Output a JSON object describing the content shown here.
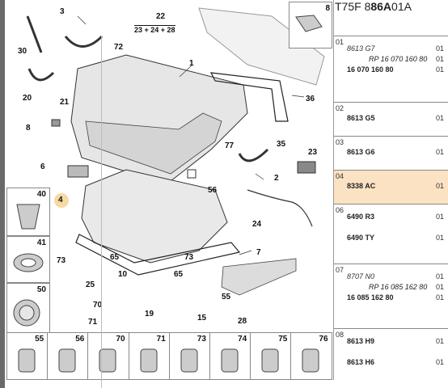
{
  "header": {
    "prefix": "T75F 8 ",
    "code": "86A",
    "suffix": " 01A"
  },
  "callouts": {
    "c3": "3",
    "c22": "22",
    "c22sum": "23 + 24 + 28",
    "c8": "8",
    "c30": "30",
    "c72": "72",
    "c1": "1",
    "c20": "20",
    "c21": "21",
    "c36": "36",
    "c8b": "8",
    "c35": "35",
    "c77": "77",
    "c23": "23",
    "c6": "6",
    "c2": "2",
    "c56": "56",
    "c4": "4",
    "c24": "24",
    "c73a": "73",
    "c65a": "65",
    "c73b": "73",
    "c7": "7",
    "c10": "10",
    "c65b": "65",
    "c25": "25",
    "c55": "55",
    "c70": "70",
    "c19": "19",
    "c15": "15",
    "c71": "71",
    "c28": "28"
  },
  "left_tiles": [
    {
      "label": "40"
    },
    {
      "label": "41"
    },
    {
      "label": "50"
    }
  ],
  "bottom_tiles": [
    {
      "label": "55"
    },
    {
      "label": "56"
    },
    {
      "label": "70"
    },
    {
      "label": "71"
    },
    {
      "label": "73"
    },
    {
      "label": "74"
    },
    {
      "label": "75"
    },
    {
      "label": "76"
    }
  ],
  "rows": [
    {
      "idx": "01",
      "lines": [
        {
          "t": "8613 G7",
          "s": "it",
          "q": "01"
        },
        {
          "t": "RP 16 070 160 80",
          "s": "rp",
          "q": "01"
        },
        {
          "t": "16 070 160 80",
          "s": "b",
          "q": "01"
        }
      ]
    },
    {
      "idx": "02",
      "lines": [
        {
          "t": "8613 G5",
          "s": "b",
          "q": "01"
        }
      ]
    },
    {
      "idx": "03",
      "lines": [
        {
          "t": "8613 G6",
          "s": "b",
          "q": "01"
        }
      ]
    },
    {
      "idx": "04",
      "lines": [
        {
          "t": "8338 AC",
          "s": "b",
          "q": "01"
        }
      ]
    },
    {
      "idx": "06",
      "lines": [
        {
          "t": "6490 R3",
          "s": "b",
          "q": "01"
        },
        {
          "t": "6490 TY",
          "s": "b",
          "q": "01"
        }
      ]
    },
    {
      "idx": "07",
      "lines": [
        {
          "t": "8707 N0",
          "s": "it",
          "q": "01"
        },
        {
          "t": "RP 16 085 162 80",
          "s": "rp",
          "q": "01"
        },
        {
          "t": "16 085 162 80",
          "s": "b",
          "q": "01"
        }
      ]
    },
    {
      "idx": "08",
      "lines": [
        {
          "t": "8613 H9",
          "s": "b",
          "q": "01"
        },
        {
          "t": "8613 H6",
          "s": "b",
          "q": "01"
        }
      ]
    }
  ]
}
